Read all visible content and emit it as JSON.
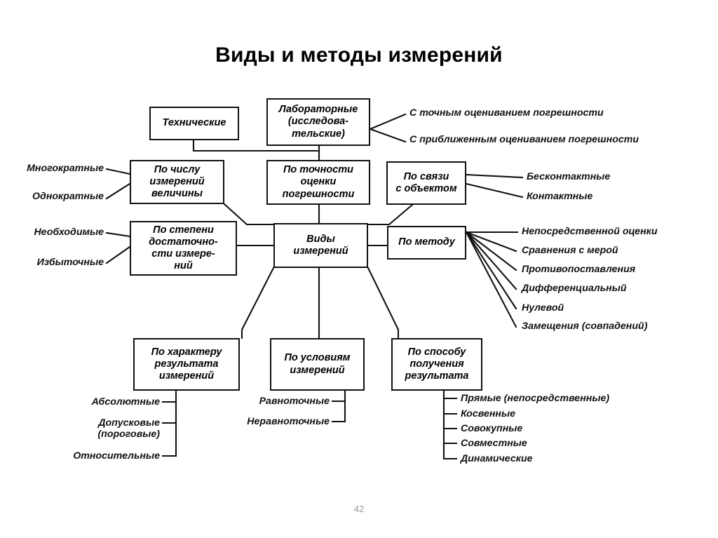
{
  "page": {
    "title": "Виды и методы измерений",
    "page_number": "42",
    "ink_color": "#111111",
    "background_color": "#ffffff"
  },
  "diagram": {
    "type": "hierarchy-mindmap",
    "center": {
      "label": "Виды\nизмерений"
    },
    "boxes": {
      "technical": {
        "label": "Технические"
      },
      "laboratory": {
        "label": "Лабораторные\n(исследова-\nтельские)"
      },
      "by_number": {
        "label": "По числу\nизмерений\nвеличины"
      },
      "by_accuracy": {
        "label": "По точности\nоценки\nпогрешности"
      },
      "by_object_link": {
        "label": "По связи\nс объектом"
      },
      "by_sufficiency": {
        "label": "По степени\nдостаточно-\nсти измере-\nний"
      },
      "by_method": {
        "label": "По методу"
      },
      "by_result_character": {
        "label": "По характеру\nрезультата\nизмерений"
      },
      "by_conditions": {
        "label": "По условиям\nизмерений"
      },
      "by_result_way": {
        "label": "По способу\nполучения\nрезультата"
      }
    },
    "leaves": {
      "laboratory_right": [
        {
          "label": "С точным оцениванием погрешности"
        },
        {
          "label": "С приближенным оцениванием погрешности"
        }
      ],
      "by_number_left": [
        {
          "label": "Многократные"
        },
        {
          "label": "Однократные"
        }
      ],
      "by_object_link_right": [
        {
          "label": "Бесконтактные"
        },
        {
          "label": "Контактные"
        }
      ],
      "by_sufficiency_left": [
        {
          "label": "Необходимые"
        },
        {
          "label": "Избыточные"
        }
      ],
      "by_method_right": [
        {
          "label": "Непосредственной оценки"
        },
        {
          "label": "Сравнения с мерой"
        },
        {
          "label": "Противопоставления"
        },
        {
          "label": "Дифференциальный"
        },
        {
          "label": "Нулевой"
        },
        {
          "label": "Замещения (совпадений)"
        }
      ],
      "by_result_character_below": [
        {
          "label": "Абсолютные"
        },
        {
          "label": "Допусковые\n(пороговые)"
        },
        {
          "label": "Относительные"
        }
      ],
      "by_conditions_below": [
        {
          "label": "Равноточные"
        },
        {
          "label": "Неравноточные"
        }
      ],
      "by_result_way_below": [
        {
          "label": "Прямые (непосредственные)"
        },
        {
          "label": "Косвенные"
        },
        {
          "label": "Совокупные"
        },
        {
          "label": "Совместные"
        },
        {
          "label": "Динамические"
        }
      ]
    }
  }
}
